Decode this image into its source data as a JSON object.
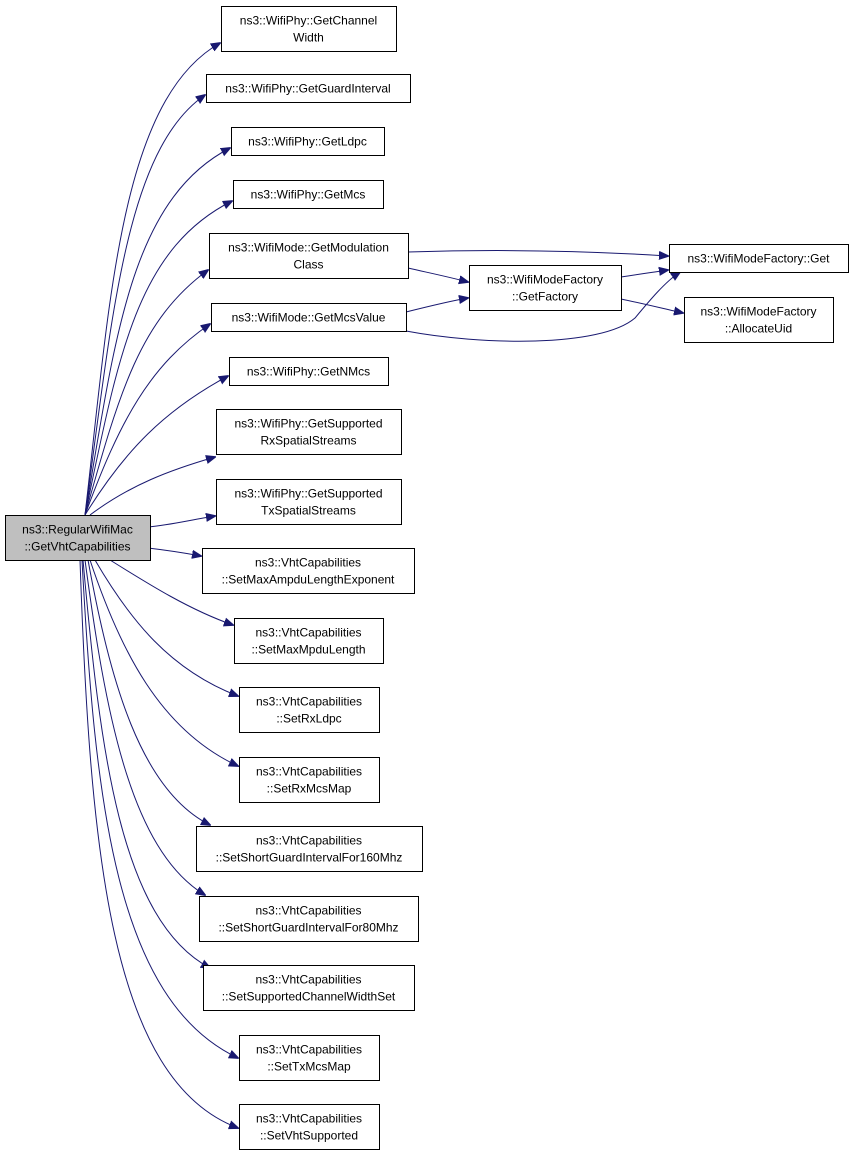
{
  "graph": {
    "edge_color": "#191970",
    "root_fill": "#bfbfbf",
    "nodes": [
      {
        "id": "root",
        "lines": [
          "ns3::RegularWifiMac",
          "::GetVhtCapabilities"
        ]
      },
      {
        "id": "n1",
        "lines": [
          "ns3::WifiPhy::GetChannel",
          "Width"
        ]
      },
      {
        "id": "n2",
        "lines": [
          "ns3::WifiPhy::GetGuardInterval"
        ]
      },
      {
        "id": "n3",
        "lines": [
          "ns3::WifiPhy::GetLdpc"
        ]
      },
      {
        "id": "n4",
        "lines": [
          "ns3::WifiPhy::GetMcs"
        ]
      },
      {
        "id": "n5",
        "lines": [
          "ns3::WifiMode::GetModulation",
          "Class"
        ]
      },
      {
        "id": "n6",
        "lines": [
          "ns3::WifiMode::GetMcsValue"
        ]
      },
      {
        "id": "n7",
        "lines": [
          "ns3::WifiPhy::GetNMcs"
        ]
      },
      {
        "id": "n8",
        "lines": [
          "ns3::WifiPhy::GetSupported",
          "RxSpatialStreams"
        ]
      },
      {
        "id": "n9",
        "lines": [
          "ns3::WifiPhy::GetSupported",
          "TxSpatialStreams"
        ]
      },
      {
        "id": "n10",
        "lines": [
          "ns3::VhtCapabilities",
          "::SetMaxAmpduLengthExponent"
        ]
      },
      {
        "id": "n11",
        "lines": [
          "ns3::VhtCapabilities",
          "::SetMaxMpduLength"
        ]
      },
      {
        "id": "n12",
        "lines": [
          "ns3::VhtCapabilities",
          "::SetRxLdpc"
        ]
      },
      {
        "id": "n13",
        "lines": [
          "ns3::VhtCapabilities",
          "::SetRxMcsMap"
        ]
      },
      {
        "id": "n14",
        "lines": [
          "ns3::VhtCapabilities",
          "::SetShortGuardIntervalFor160Mhz"
        ]
      },
      {
        "id": "n15",
        "lines": [
          "ns3::VhtCapabilities",
          "::SetShortGuardIntervalFor80Mhz"
        ]
      },
      {
        "id": "n16",
        "lines": [
          "ns3::VhtCapabilities",
          "::SetSupportedChannelWidthSet"
        ]
      },
      {
        "id": "n17",
        "lines": [
          "ns3::VhtCapabilities",
          "::SetTxMcsMap"
        ]
      },
      {
        "id": "n18",
        "lines": [
          "ns3::VhtCapabilities",
          "::SetVhtSupported"
        ]
      },
      {
        "id": "f1",
        "lines": [
          "ns3::WifiModeFactory",
          "::GetFactory"
        ]
      },
      {
        "id": "g1",
        "lines": [
          "ns3::WifiModeFactory::Get"
        ]
      },
      {
        "id": "a1",
        "lines": [
          "ns3::WifiModeFactory",
          "::AllocateUid"
        ]
      }
    ],
    "edges": [
      {
        "from": "root",
        "to": "n1"
      },
      {
        "from": "root",
        "to": "n2"
      },
      {
        "from": "root",
        "to": "n3"
      },
      {
        "from": "root",
        "to": "n4"
      },
      {
        "from": "root",
        "to": "n5"
      },
      {
        "from": "root",
        "to": "n6"
      },
      {
        "from": "root",
        "to": "n7"
      },
      {
        "from": "root",
        "to": "n8"
      },
      {
        "from": "root",
        "to": "n9"
      },
      {
        "from": "root",
        "to": "n10"
      },
      {
        "from": "root",
        "to": "n11"
      },
      {
        "from": "root",
        "to": "n12"
      },
      {
        "from": "root",
        "to": "n13"
      },
      {
        "from": "root",
        "to": "n14"
      },
      {
        "from": "root",
        "to": "n15"
      },
      {
        "from": "root",
        "to": "n16"
      },
      {
        "from": "root",
        "to": "n17"
      },
      {
        "from": "root",
        "to": "n18"
      },
      {
        "from": "n5",
        "to": "g1"
      },
      {
        "from": "n5",
        "to": "f1"
      },
      {
        "from": "n6",
        "to": "f1"
      },
      {
        "from": "n6",
        "to": "g1"
      },
      {
        "from": "f1",
        "to": "g1"
      },
      {
        "from": "f1",
        "to": "a1"
      }
    ]
  }
}
